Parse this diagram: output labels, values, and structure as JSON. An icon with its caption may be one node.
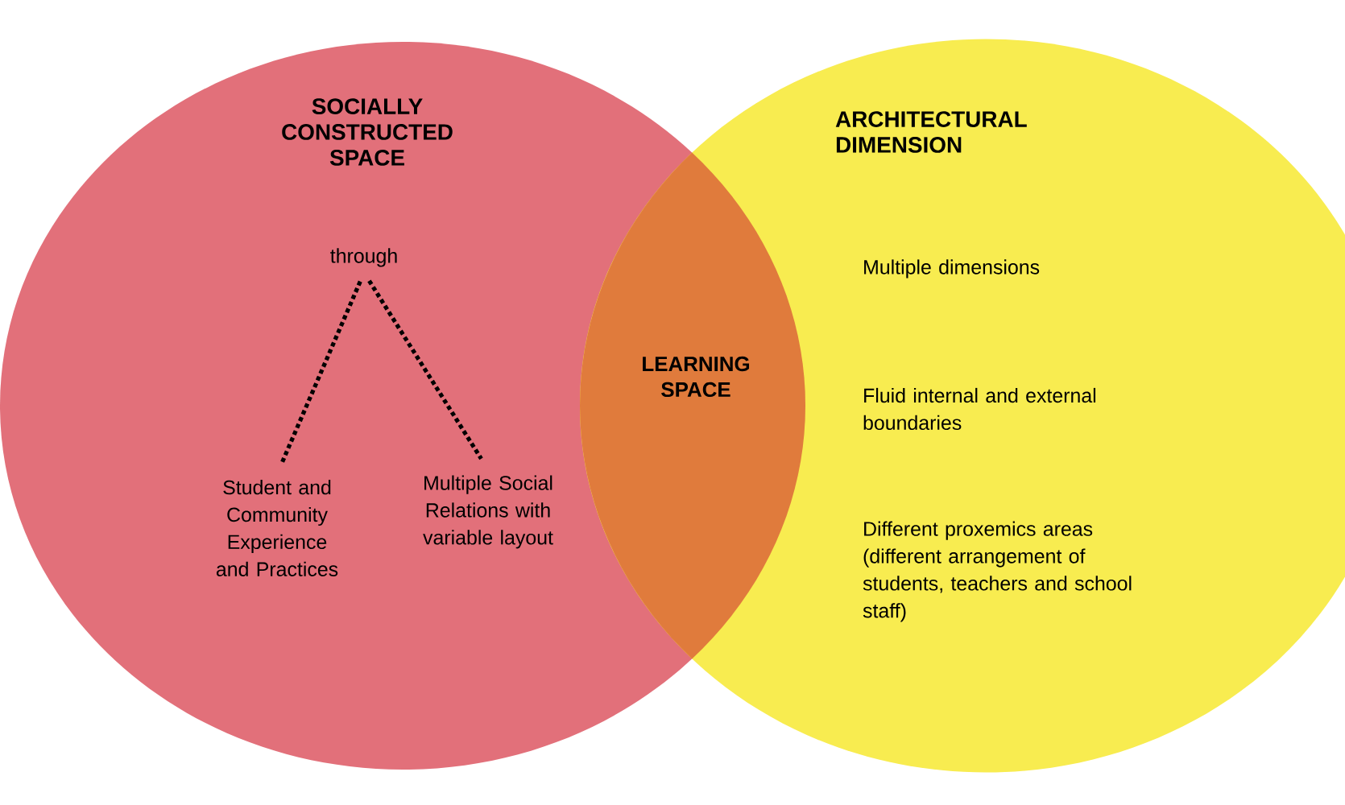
{
  "diagram": {
    "nodes": [
      {
        "text": [
          "SOCIALLY CONSTRUCTED SPACE"
        ]
      },
      {
        "text": [
          "ARCHITECTURAL DIMENSION",
          "Multiple dimensions",
          "Fluid internal and external boundaries",
          "Different proxemics areas (different arrangement of students, teachers and school staff)"
        ]
      },
      {
        "text": [
          "LEARNING SPACE"
        ]
      },
      {
        "text": [
          "through"
        ],
        "in": 0
      },
      {
        "text": [
          "Student and Community Experience and Practices"
        ],
        "in": 0
      },
      {
        "text": [
          "Multiple Social Relations with variable layout"
        ],
        "in": 0
      }
    ],
    "edges": [
      {
        "from": 3,
        "to": 4,
        "arrow": "none",
        "style": "dashed"
      },
      {
        "from": 3,
        "to": 5,
        "arrow": "none",
        "style": "dashed"
      }
    ]
  }
}
